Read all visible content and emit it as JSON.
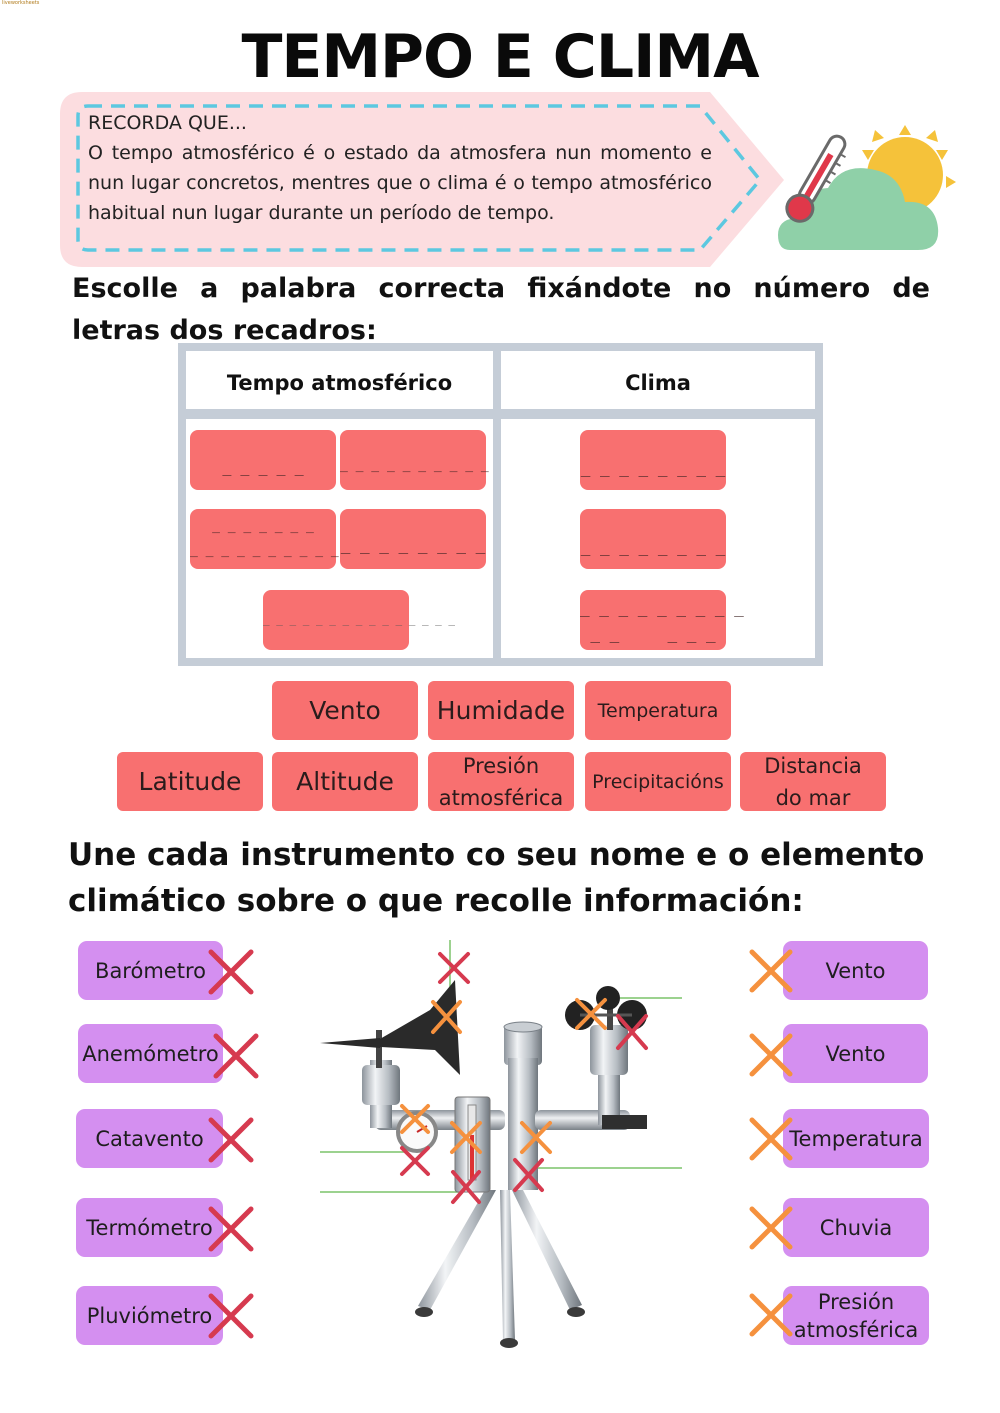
{
  "brand": "liveworksheets",
  "title": "TEMPO E CLIMA",
  "recorda": {
    "heading": "RECORDA QUE...",
    "body": "O tempo atmosférico é o estado da atmosfera nun momento e nun lugar concretos, mentres que o clima é o tempo atmosférico habitual nun lugar durante un período de tempo."
  },
  "question1": "Escolle a palabra correcta fixándote no número de letras dos recadros:",
  "table": {
    "col1_header": "Tempo atmosférico",
    "col2_header": "Clima",
    "col1_slots": [
      {
        "dash1": "_ _ _ _ _",
        "dash2": ""
      },
      {
        "dash1": "_ _ _ _ _ _ _ _ _ _",
        "dash2": ""
      },
      {
        "dash1": "_ _ _ _ _ _ _",
        "dash2": "_ _ _ _ _ _ _ _ _ _"
      },
      {
        "dash1": "_ _ _ _ _ _ _ _",
        "dash2": ""
      },
      {
        "dash1": "_ _ _ _ _ _ _ _ _ _ _ _ _ _ _",
        "dash2": ""
      }
    ],
    "col2_slots": [
      {
        "dash1": "_ _ _ _ _ _ _ _",
        "dash2": ""
      },
      {
        "dash1": "_ _ _ _ _ _ _ _",
        "dash2": ""
      },
      {
        "dash1": "_ _ _ _ _ _ _ _ _",
        "dash2": "_ _     _ _ _"
      }
    ]
  },
  "word_bank": {
    "row1": [
      "Vento",
      "Humidade",
      "Temperatura"
    ],
    "row2": [
      "Latitude",
      "Altitude",
      "Presión atmosférica",
      "Precipitacións",
      "Distancia do mar"
    ]
  },
  "question2": "Une cada instrumento co seu nome e o elemento climático sobre o que recolle información:",
  "instruments": [
    "Barómetro",
    "Anemómetro",
    "Catavento",
    "Termómetro",
    "Pluviómetro"
  ],
  "elements": [
    "Vento",
    "Vento",
    "Temperatura",
    "Chuvia",
    "Presión atmosférica"
  ],
  "colors": {
    "slot_red": "#f87070",
    "label_purple": "#d48ff0",
    "table_grey": "#c5cdd7",
    "recorda_pink": "#fcdde0",
    "dash_cyan": "#5cc8e0",
    "x_red": "#d63a4f",
    "x_orange": "#f5913e"
  }
}
